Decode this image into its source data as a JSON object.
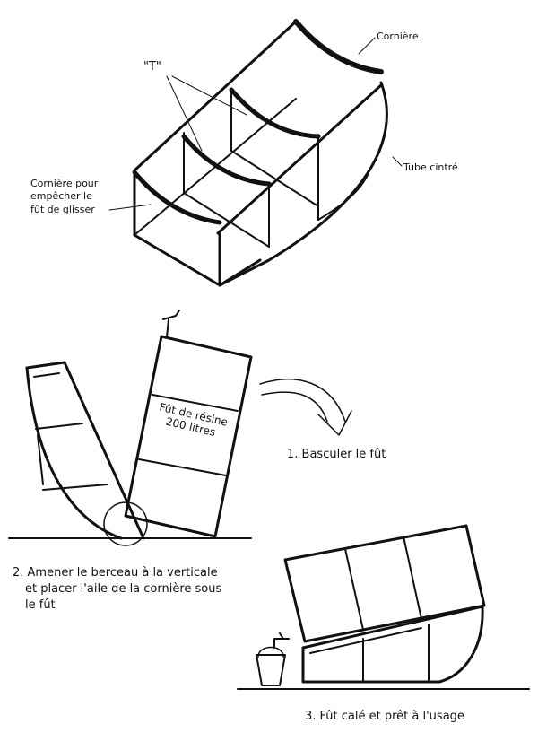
{
  "fig1": {
    "label_corniere": "Cornière",
    "label_t": "\"T\"",
    "label_tube": "Tube cintré",
    "label_corniere_glisser_1": "Cornière pour",
    "label_corniere_glisser_2": "empêcher le",
    "label_corniere_glisser_3": "fût de glisser"
  },
  "fig2": {
    "drum_label_1": "Fût de résine",
    "drum_label_2": "200 litres",
    "step1": "1. Basculer le fût",
    "step2_line1": "2. Amener le berceau à la verticale",
    "step2_line2": "et placer l'aile de la cornière sous",
    "step2_line3": "le fût"
  },
  "fig3": {
    "step3": "3. Fût calé et prêt à l'usage"
  }
}
